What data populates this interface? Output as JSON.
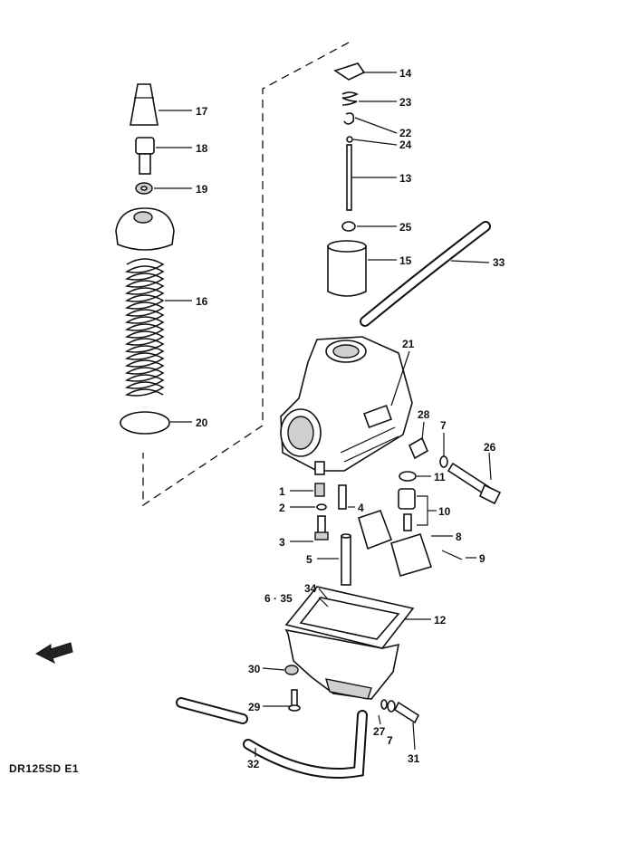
{
  "drawing_code": "DR125SD E1",
  "callouts": [
    {
      "id": "p14",
      "label": "14"
    },
    {
      "id": "p23",
      "label": "23"
    },
    {
      "id": "p22",
      "label": "22"
    },
    {
      "id": "p24",
      "label": "24"
    },
    {
      "id": "p13",
      "label": "13"
    },
    {
      "id": "p25",
      "label": "25"
    },
    {
      "id": "p15",
      "label": "15"
    },
    {
      "id": "p33",
      "label": "33"
    },
    {
      "id": "p21",
      "label": "21"
    },
    {
      "id": "p17",
      "label": "17"
    },
    {
      "id": "p18",
      "label": "18"
    },
    {
      "id": "p19",
      "label": "19"
    },
    {
      "id": "p16",
      "label": "16"
    },
    {
      "id": "p20",
      "label": "20"
    },
    {
      "id": "p28",
      "label": "28"
    },
    {
      "id": "p7a",
      "label": "7"
    },
    {
      "id": "p26",
      "label": "26"
    },
    {
      "id": "p11",
      "label": "11"
    },
    {
      "id": "p1",
      "label": "1"
    },
    {
      "id": "p2",
      "label": "2"
    },
    {
      "id": "p4",
      "label": "4"
    },
    {
      "id": "p10",
      "label": "10"
    },
    {
      "id": "p3",
      "label": "3"
    },
    {
      "id": "p8",
      "label": "8"
    },
    {
      "id": "p9",
      "label": "9"
    },
    {
      "id": "p5",
      "label": "5"
    },
    {
      "id": "p34",
      "label": "34"
    },
    {
      "id": "p635",
      "label": "6 · 35"
    },
    {
      "id": "p12",
      "label": "12"
    },
    {
      "id": "p30",
      "label": "30"
    },
    {
      "id": "p29",
      "label": "29"
    },
    {
      "id": "p27",
      "label": "27"
    },
    {
      "id": "p7b",
      "label": "7"
    },
    {
      "id": "p31",
      "label": "31"
    },
    {
      "id": "p32",
      "label": "32"
    }
  ]
}
